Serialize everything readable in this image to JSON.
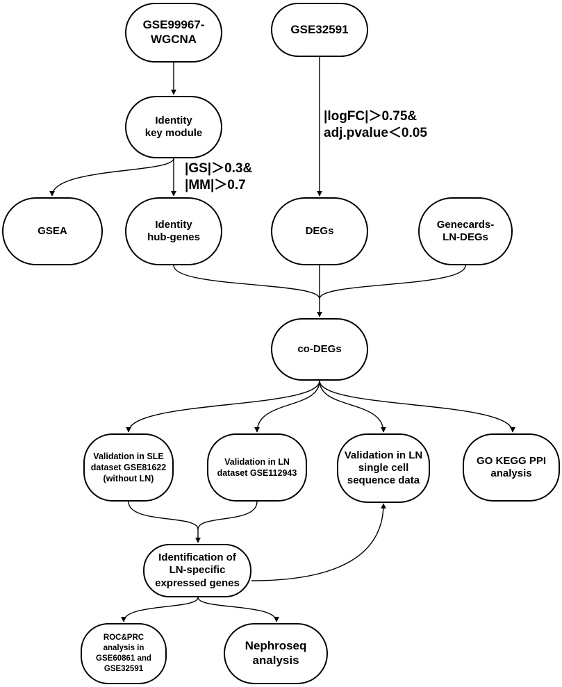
{
  "nodes": {
    "gse99967": "GSE99967-\nWGCNA",
    "gse32591": "GSE32591",
    "key_module": "Identity\nkey module",
    "gsea": "GSEA",
    "hub_genes": "Identity\nhub-genes",
    "degs": "DEGs",
    "genecards": "Genecards-\nLN-DEGs",
    "co_degs": "co-DEGs",
    "val_sle": "Validation in SLE\ndataset GSE81622\n(without LN)",
    "val_ln": "Validation in LN\ndataset GSE112943",
    "val_single_cell": "Validation in LN\nsingle cell\nsequence data",
    "go_kegg": "GO KEGG PPI\nanalysis",
    "ln_specific": "Identification of\nLN-specific\nexpressed genes",
    "roc_prc": "ROC&PRC\nanalysis in\nGSE60861 and\nGSE32591",
    "nephroseq": "Nephroseq\nanalysis"
  },
  "labels": {
    "gs_mm": "|GS|＞0.3&\n|MM|＞0.7",
    "logfc": "|logFC|＞0.75&\nadj.pvalue＜0.05"
  }
}
